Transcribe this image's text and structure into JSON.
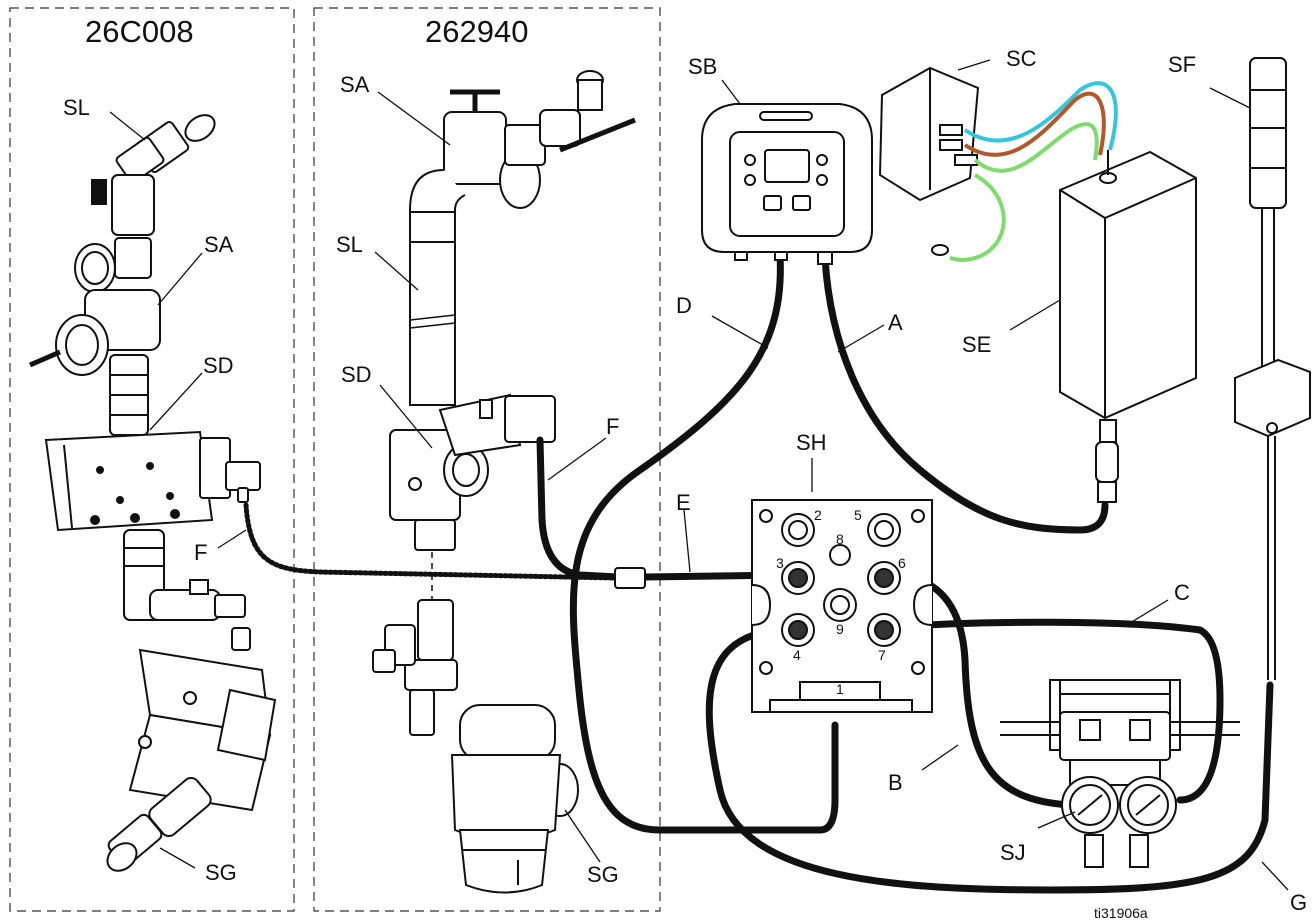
{
  "groups": [
    {
      "number": "26C008"
    },
    {
      "number": "262940"
    }
  ],
  "labels": {
    "SL_left": "SL",
    "SA_left": "SA",
    "SD_left": "SD",
    "F_left": "F",
    "SG_left": "SG",
    "SA_mid": "SA",
    "SL_mid": "SL",
    "SD_mid": "SD",
    "SG_mid": "SG",
    "SB": "SB",
    "SC": "SC",
    "SF": "SF",
    "SE": "SE",
    "SH": "SH",
    "SJ": "SJ",
    "A": "A",
    "B": "B",
    "C": "C",
    "D": "D",
    "E": "E",
    "F": "F",
    "G": "G"
  },
  "ports": [
    "1",
    "2",
    "3",
    "4",
    "5",
    "6",
    "7",
    "8",
    "9"
  ],
  "figure_id": "ti31906a",
  "colors": {
    "wire_cyan": "#33c6dd",
    "wire_brown": "#b0582a",
    "wire_green": "#7ddc6c"
  }
}
